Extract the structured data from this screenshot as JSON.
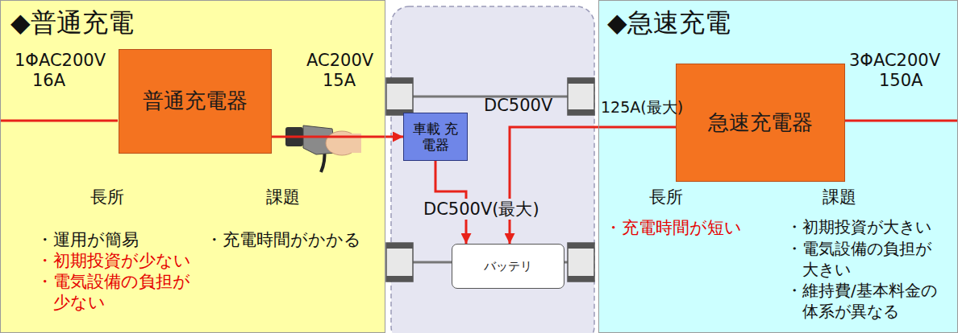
{
  "diagram": {
    "nodes": [
      {
        "text": [
          "◆普通充電"
        ]
      },
      {
        "text": [
          "普通充電器"
        ],
        "in": 0
      },
      {
        "text": [
          "車載 充電器"
        ]
      },
      {
        "text": [
          "バッテリ"
        ]
      },
      {
        "text": [
          "◆急速充電"
        ]
      },
      {
        "text": [
          "急速充電器"
        ],
        "in": 4
      }
    ],
    "edges": [
      {
        "from": 1,
        "to": 2,
        "arrow": "to"
      },
      {
        "from": 2,
        "to": 3,
        "arrow": "to"
      },
      {
        "from": 5,
        "to": 3,
        "arrow": "to"
      }
    ],
    "labels": [
      "1ΦAC200V",
      "16A",
      "AC200V",
      "15A",
      "長所",
      "・運用が簡易",
      "・初期投資が少ない",
      "・電気設備の負担が少ない",
      "課題",
      "・充電時間がかかる",
      "DC500V",
      "DC500V(最大)",
      "125A(最大)",
      "3ΦAC200V",
      "150A",
      "長所",
      "・充電時間が短い",
      "課題",
      "・初期投資が大きい",
      "・電気設備の負担が大きい",
      "・維持費/基本料金の体系が異なる"
    ]
  }
}
